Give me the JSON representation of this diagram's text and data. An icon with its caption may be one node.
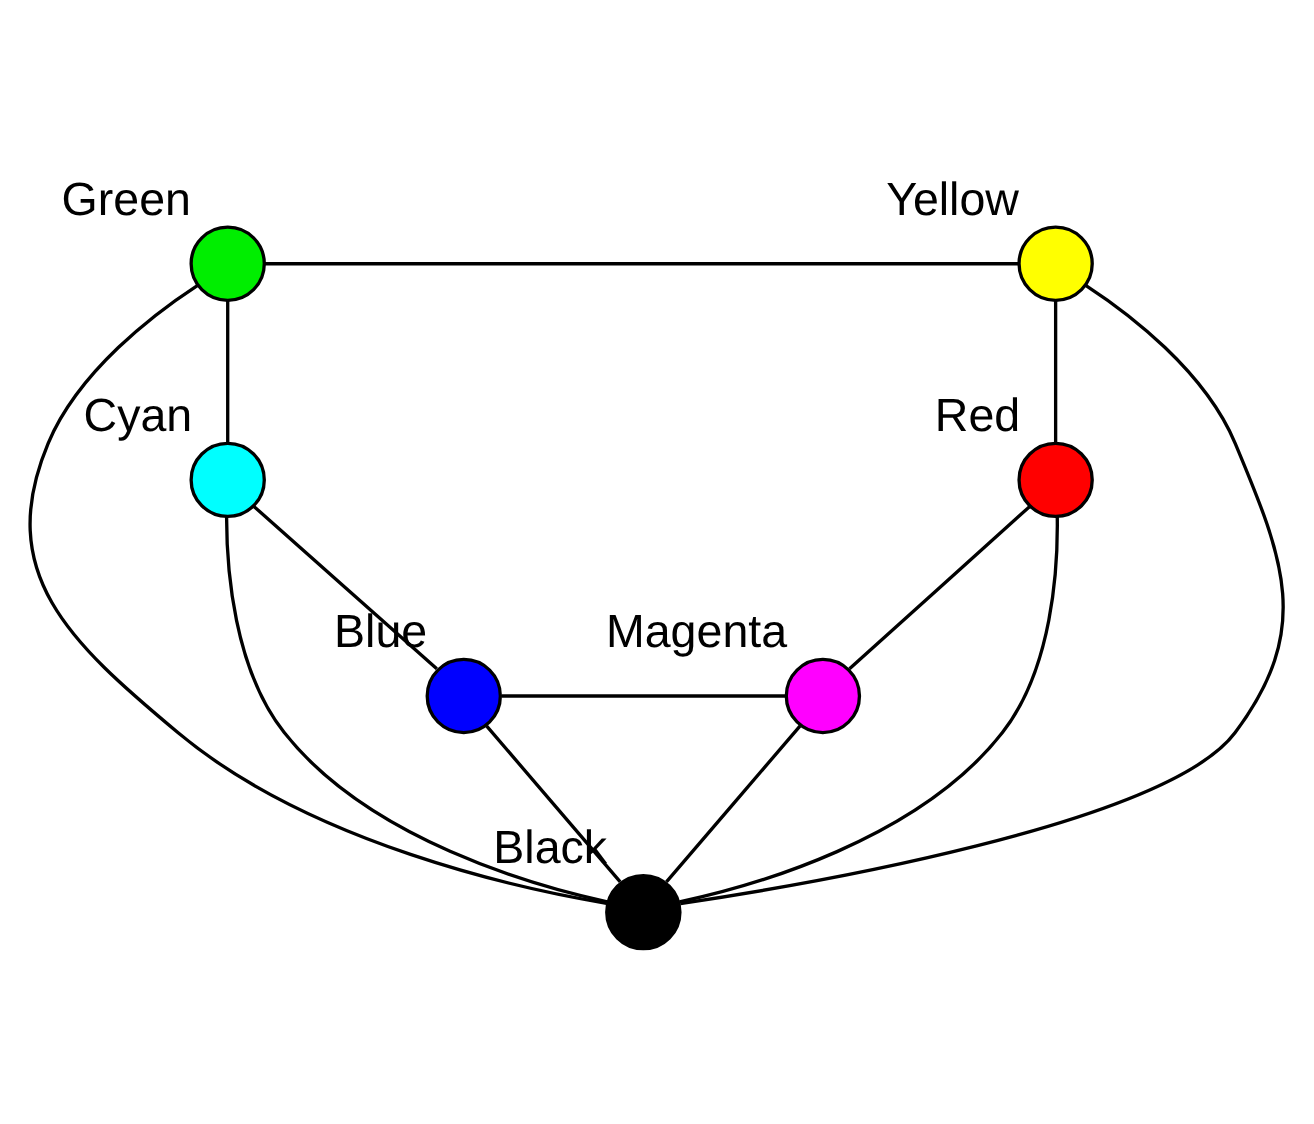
{
  "diagram": {
    "nodes": [
      {
        "text": [
          "Green"
        ]
      },
      {
        "text": [
          "Yellow"
        ]
      },
      {
        "text": [
          "Cyan"
        ]
      },
      {
        "text": [
          "Red"
        ]
      },
      {
        "text": [
          "Blue"
        ]
      },
      {
        "text": [
          "Magenta"
        ]
      },
      {
        "text": [
          "Black"
        ]
      }
    ],
    "edges": [
      {
        "from": 0,
        "to": 1,
        "arrow": "none"
      },
      {
        "from": 2,
        "to": 0,
        "arrow": "none"
      },
      {
        "from": 1,
        "to": 3,
        "arrow": "none"
      },
      {
        "from": 2,
        "to": 4,
        "arrow": "none"
      },
      {
        "from": 4,
        "to": 5,
        "arrow": "none"
      },
      {
        "from": 5,
        "to": 3,
        "arrow": "none"
      },
      {
        "from": 2,
        "to": 6,
        "arrow": "none"
      },
      {
        "from": 4,
        "to": 6,
        "arrow": "none"
      },
      {
        "from": 0,
        "to": 6,
        "arrow": "none"
      },
      {
        "from": 1,
        "to": 6,
        "arrow": "none"
      },
      {
        "from": 5,
        "to": 6,
        "arrow": "none"
      },
      {
        "from": 3,
        "to": 6,
        "arrow": "none"
      }
    ]
  }
}
